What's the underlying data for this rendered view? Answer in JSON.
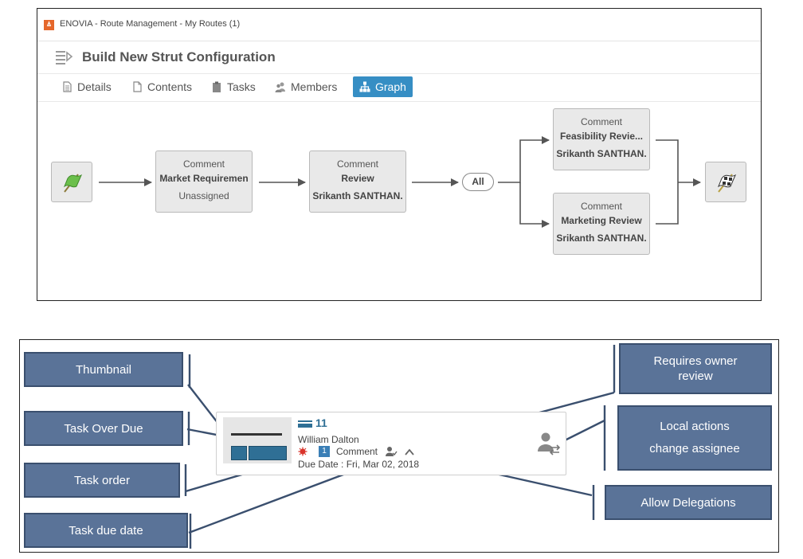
{
  "window": {
    "title": "ENOVIA - Route Management - My Routes (1)",
    "logo_glyph": "ㅿ"
  },
  "route": {
    "title": "Build New Strut Configuration"
  },
  "tabs": [
    {
      "label": "Details",
      "icon": "document-icon",
      "active": false
    },
    {
      "label": "Contents",
      "icon": "page-icon",
      "active": false
    },
    {
      "label": "Tasks",
      "icon": "clipboard-icon",
      "active": false
    },
    {
      "label": "Members",
      "icon": "people-icon",
      "active": false
    },
    {
      "label": "Graph",
      "icon": "hierarchy-icon",
      "active": true
    }
  ],
  "graph": {
    "start_icon": "green-flag-icon",
    "end_icon": "checkered-flag-icon",
    "nodes": [
      {
        "type": "Comment",
        "title": "Market Requiremen",
        "assignee": "Unassigned"
      },
      {
        "type": "Comment",
        "title": "Review",
        "assignee": "Srikanth SANTHAN."
      },
      {
        "type": "Comment",
        "title": "Feasibility Revie...",
        "assignee": "Srikanth SANTHAN."
      },
      {
        "type": "Comment",
        "title": "Marketing Review",
        "assignee": "Srikanth SANTHAN."
      }
    ],
    "gate": "All"
  },
  "legend": {
    "callouts": {
      "thumbnail": "Thumbnail",
      "task_over_due": "Task Over Due",
      "task_order": "Task order",
      "task_due_date": "Task due date",
      "requires_owner_review_1": "Requires owner",
      "requires_owner_review_2": "review",
      "local_actions_1": "Local actions",
      "local_actions_2": "change assignee",
      "allow_delegations": "Allow Delegations"
    },
    "card": {
      "task_number": "11",
      "assignee": "William Dalton",
      "order": "1",
      "action": "Comment",
      "due_date": "Due Date : Fri, Mar 02, 2018"
    }
  },
  "colors": {
    "accent": "#368ec4",
    "callout_bg": "#5a7398",
    "overdue_red": "#d9342b"
  }
}
